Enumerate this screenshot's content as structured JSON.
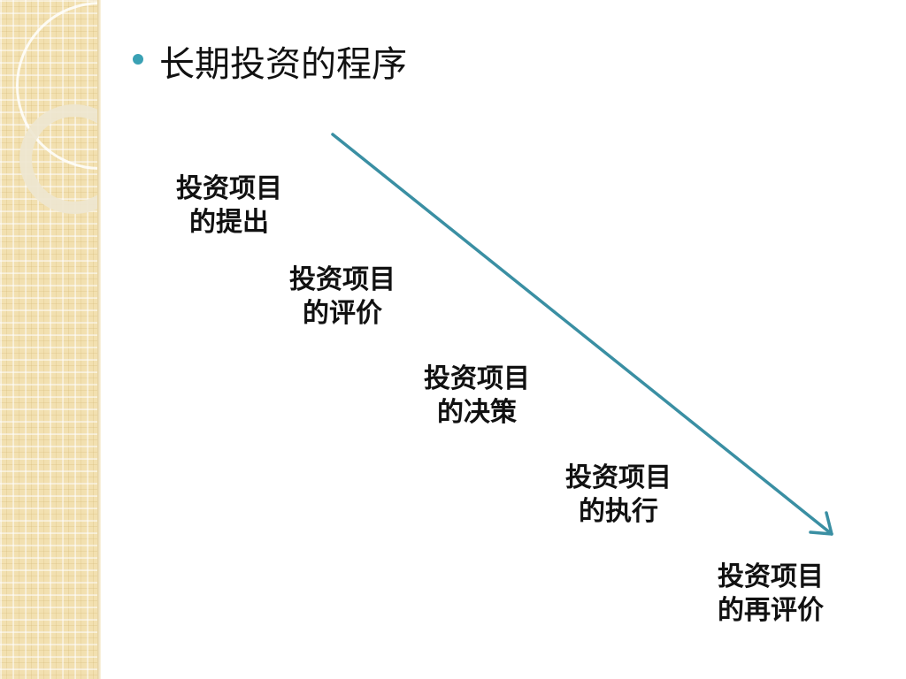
{
  "title": "长期投资的程序",
  "steps": [
    {
      "line1": "投资项目",
      "line2": "的提出"
    },
    {
      "line1": "投资项目",
      "line2": "的评价"
    },
    {
      "line1": "投资项目",
      "line2": "的决策"
    },
    {
      "line1": "投资项目",
      "line2": "的执行"
    },
    {
      "line1": "投资项目",
      "line2": "的再评价"
    }
  ],
  "colors": {
    "arrow": "#3a8fa3",
    "bullet": "#3aa1b4",
    "panel": "#f2e0b0"
  }
}
